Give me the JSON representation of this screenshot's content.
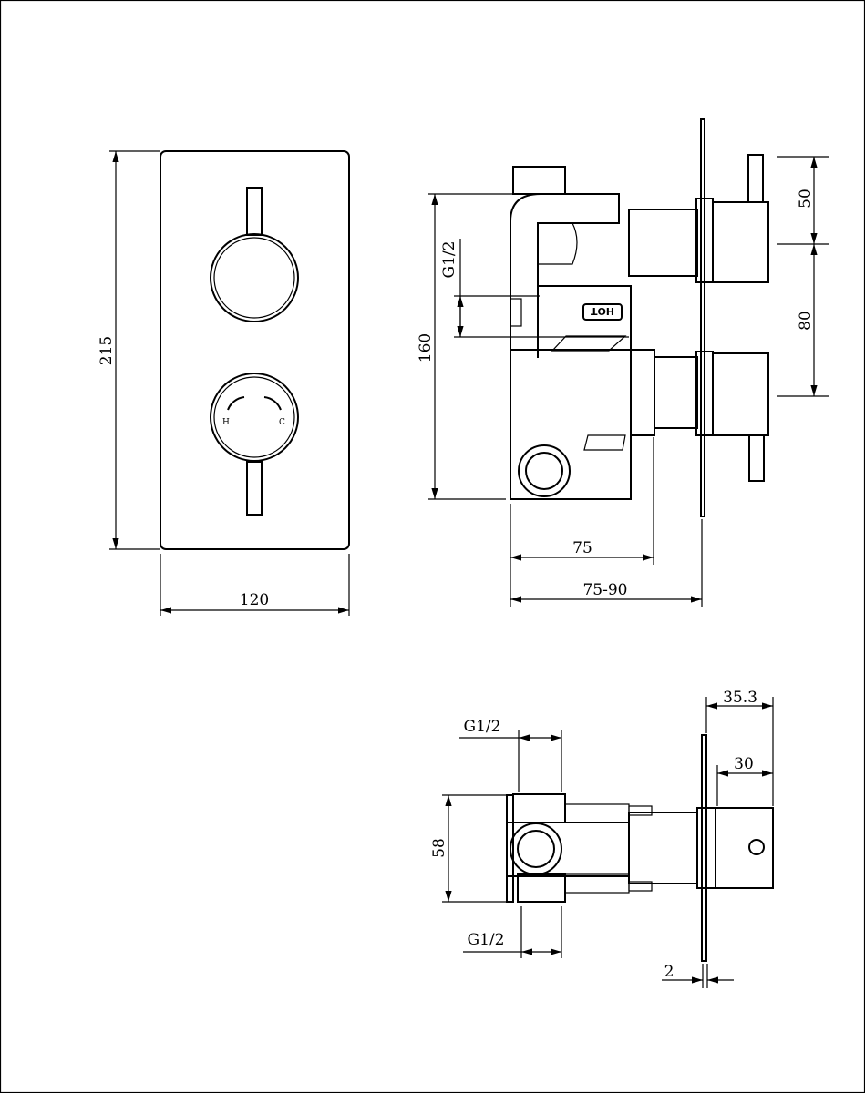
{
  "front_view": {
    "dim_height": "215",
    "dim_width": "120",
    "label_hot": "H",
    "label_cold": "C"
  },
  "side_view": {
    "dim_body_height": "160",
    "dim_inlet": "G1/2",
    "dim_upper_handle": "50",
    "dim_handle_spacing": "80",
    "dim_depth": "75",
    "dim_depth_range": "75-90",
    "body_marking": "HOT"
  },
  "top_view": {
    "dim_inlet_top": "G1/2",
    "dim_inlet_bottom": "G1/2",
    "dim_body_width": "58",
    "dim_handle_projection": "35.3",
    "dim_knob_length": "30",
    "dim_plate_thickness": "2"
  }
}
